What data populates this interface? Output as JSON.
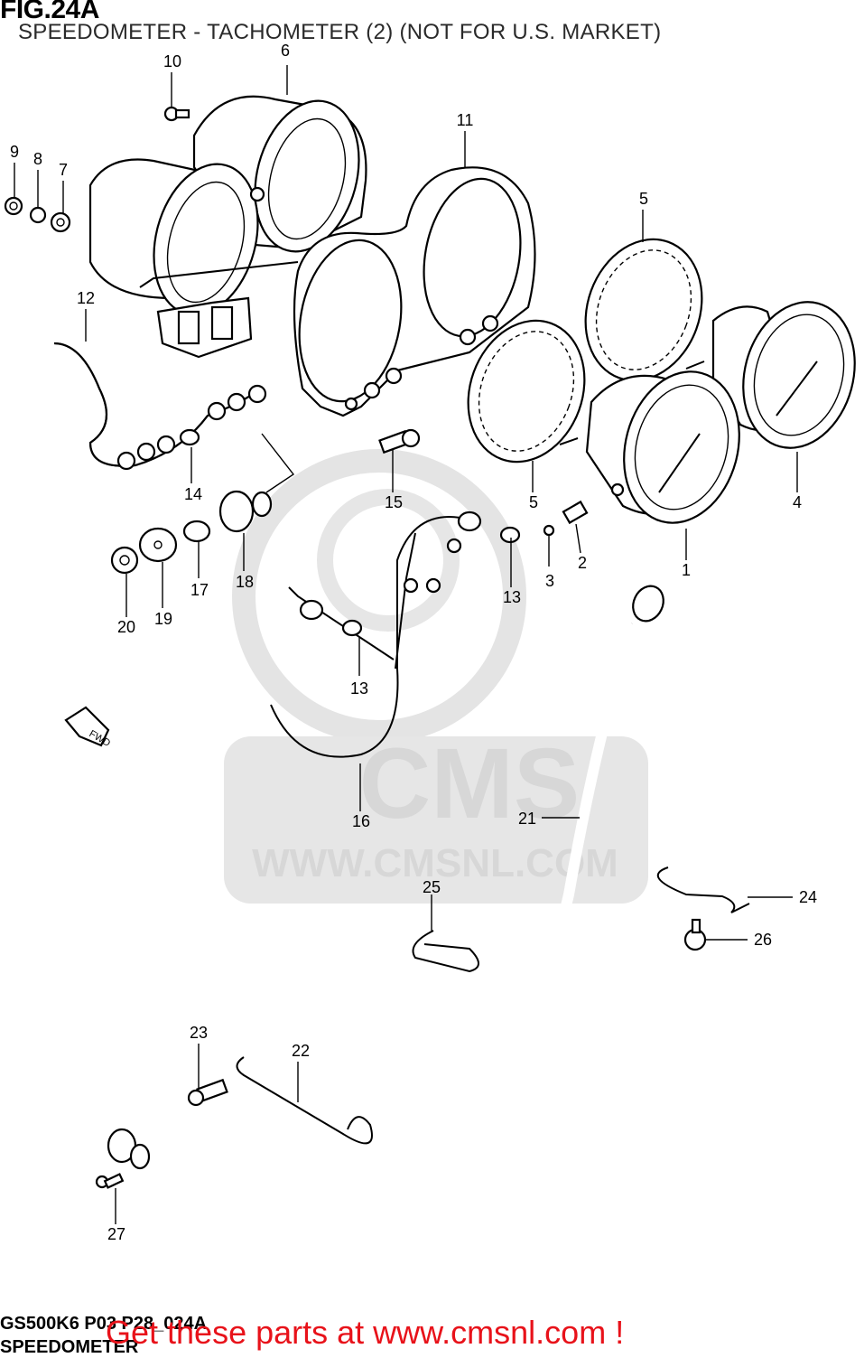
{
  "figure": {
    "number": "FIG.24A",
    "title": "SPEEDOMETER - TACHOMETER (2) (NOT FOR U.S. MARKET)"
  },
  "callouts": [
    "1",
    "2",
    "3",
    "4",
    "5",
    "5",
    "6",
    "7",
    "8",
    "9",
    "10",
    "11",
    "12",
    "13",
    "13",
    "14",
    "15",
    "16",
    "17",
    "18",
    "19",
    "20",
    "21",
    "22",
    "23",
    "24",
    "25",
    "26",
    "27"
  ],
  "direction_marker": "FWD",
  "watermark": {
    "logo_text": "CMS",
    "url_text": "WWW.CMSNL.COM",
    "color": "#d7d7d7"
  },
  "footer": {
    "model_code": "GS500K6 P03 P28_024A",
    "group_name": "SPEEDOMETER",
    "promo_text": "Get these parts at www.cmsnl.com !",
    "promo_color": "#e8121a"
  }
}
